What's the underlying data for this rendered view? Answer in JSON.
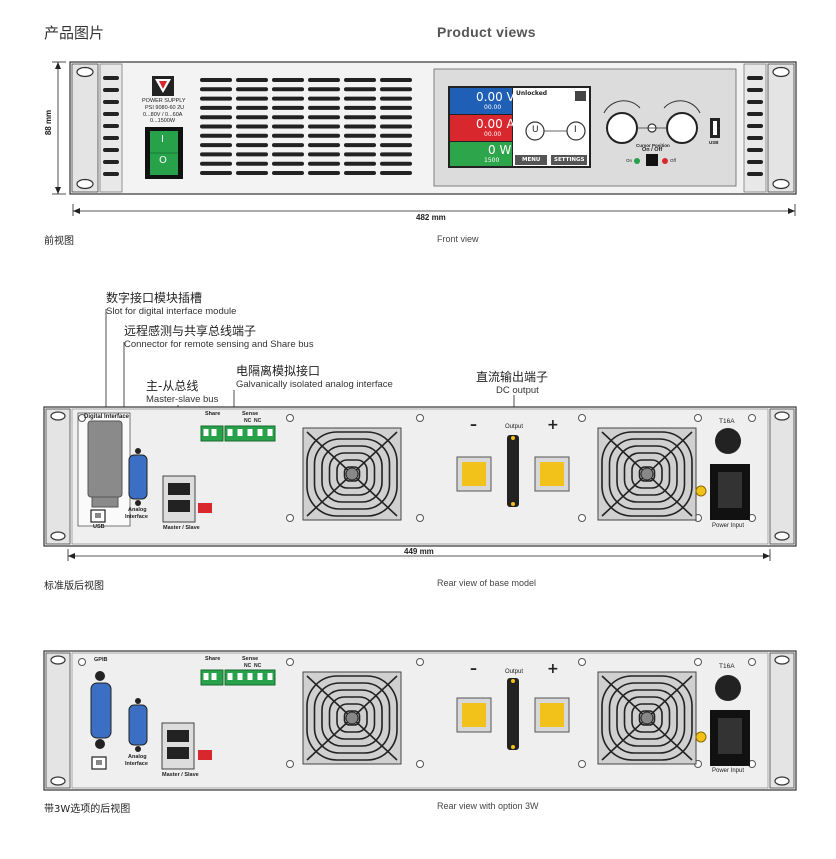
{
  "header": {
    "title_cn": "产品图片",
    "title_en": "Product views"
  },
  "front": {
    "height_dim": "88 mm",
    "width_dim": "482 mm",
    "caption_cn": "前视图",
    "caption_en": "Front view",
    "panel_label": "POWER SUPPLY",
    "model": "PSI 9080-60 2U",
    "range1": "0...80V / 0...60A",
    "range2": "0...1500W",
    "switch_on": "I",
    "switch_off": "O",
    "display": {
      "voltage": "0.00 V",
      "voltage_set": "00.00",
      "current": "0.00 A",
      "current_set": "00.00",
      "power": "0 W",
      "power_set": "1500",
      "status": "Unlocked",
      "mode_u": "U",
      "mode_i": "I",
      "menu_btn": "MENU",
      "settings_btn": "SETTINGS"
    },
    "cursor_position": "Cursor Position",
    "on_off": "On / Off",
    "on": "On",
    "off": "Off",
    "usb": "USB"
  },
  "rear_base": {
    "annotations": [
      {
        "cn": "数字接口模块插槽",
        "en": "Slot for digital interface module"
      },
      {
        "cn": "远程感测与共享总线端子",
        "en": "Connector for remote sensing and Share bus"
      },
      {
        "cn": "主-从总线",
        "en": "Master-slave bus"
      },
      {
        "cn": "电隔离模拟接口",
        "en": "Galvanically isolated analog interface"
      },
      {
        "cn": "直流输出端子",
        "en": "DC output"
      }
    ],
    "digital_interface": "Digital Interface",
    "share": "Share",
    "sense": "Sense",
    "nc": "NC",
    "output": "Output",
    "minus": "–",
    "plus": "+",
    "fuse": "T16A",
    "power_input": "Power Input",
    "usb": "USB",
    "analog_interface_1": "Analog",
    "analog_interface_2": "Interface",
    "master_slave": "Master / Slave",
    "width_dim": "449 mm",
    "caption_cn": "标准版后视图",
    "caption_en": "Rear view of base model"
  },
  "rear_3w": {
    "gpib": "GPIB",
    "share": "Share",
    "sense": "Sense",
    "nc": "NC",
    "output": "Output",
    "minus": "–",
    "plus": "+",
    "fuse": "T16A",
    "power_input": "Power Input",
    "analog_interface_1": "Analog",
    "analog_interface_2": "Interface",
    "master_slave": "Master / Slave",
    "caption_cn": "带3W选项的后视图",
    "caption_en": "Rear view with option 3W"
  },
  "colors": {
    "panel": "#e9e9e9",
    "frame": "#3a3a3a",
    "voltage": "#1f5fb5",
    "current": "#d9272e",
    "power": "#2da54a",
    "terminal": "#27a24a",
    "output_block": "#f2c21a",
    "switch": "#27a24a"
  }
}
